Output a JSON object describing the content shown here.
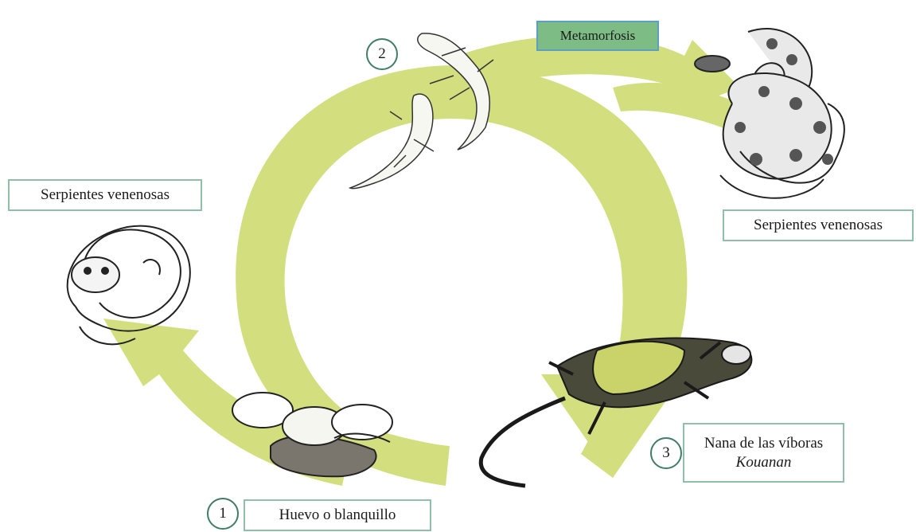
{
  "labels": {
    "metamorphosis": "Metamorfosis",
    "snakes_left": "Serpientes venenosas",
    "snakes_right": "Serpientes venenosas",
    "egg": "Huevo o blanquillo",
    "nana_line1": "Nana de las víboras",
    "nana_line2": "Kouanan"
  },
  "step_numbers": [
    "1",
    "2",
    "3"
  ],
  "colors": {
    "arrow": "#d3df7e",
    "label_border": "#8fbfa8",
    "metamorphosis_fill": "#7ebc85",
    "circle_border": "#3f7d68"
  },
  "illustrations": [
    "coiled-snake-left",
    "coiled-rattlesnake-right",
    "juvenile-lizards",
    "adult-lizard",
    "eggs-on-rocks"
  ]
}
